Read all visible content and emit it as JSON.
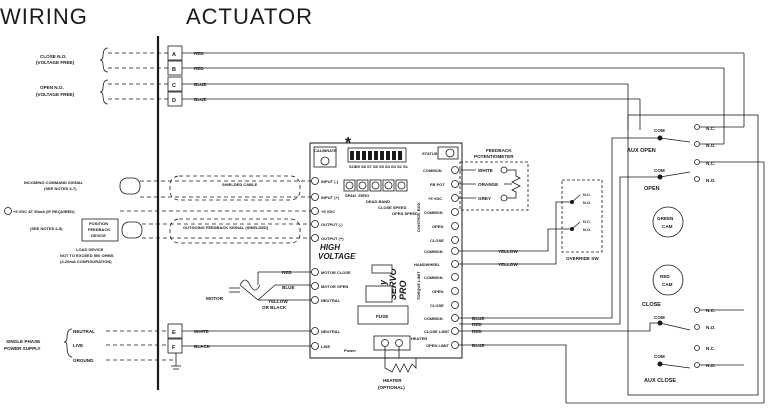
{
  "headers": {
    "wiring": "WIRING",
    "actuator": "ACTUATOR"
  },
  "asterisk": "*",
  "inputs": {
    "close_no": [
      "CLOSE N.O.",
      "(VOLTAGE FREE)"
    ],
    "open_no": [
      "OPEN N.O.",
      "(VOLTAGE FREE)"
    ],
    "incoming": [
      "INCOMING COMMAND SIGNAL",
      "(SEE NOTES 3-7)"
    ],
    "vdc": "+5 VDC AT 50mA (IF REQUIRED)",
    "see_notes": "(SEE NOTES 6-8)",
    "pos_feedback": [
      "POSITION",
      "FEEDBACK",
      "DEVICE"
    ],
    "load_device": [
      "LOAD DEVICE",
      "NOT TO EXCEED 500 OHMS",
      "(4-20mA CONFIGURATION)"
    ],
    "shielded": "SHIELDED CABLE",
    "outgoing": "OUTGOING FEEDBACK SIGNAL (SHIELDED)",
    "motor": "MOTOR",
    "power_supply": [
      "SINGLE PHASE",
      "POWER SUPPLY"
    ],
    "supply_lines": [
      "NEUTRAL",
      "LIVE",
      "GROUND"
    ]
  },
  "terminals": {
    "letters": [
      "A",
      "B",
      "C",
      "D",
      "E",
      "F"
    ],
    "wire_colors": [
      "RED",
      "RED",
      "BLUE",
      "BLUE",
      "WHITE",
      "BLACK"
    ]
  },
  "motor_wires": [
    "RED",
    "BLUE",
    "YELLOW",
    "OR BLACK"
  ],
  "board": {
    "calibrate": "CALIBRATE",
    "status": "STATUS",
    "left_terms": [
      "INPUT (-)",
      "INPUT (+)",
      "+5 VDC",
      "OUTPUT (-)",
      "OUTPUT (+)",
      "MOTOR CLOSE",
      "MOTOR OPEN",
      "NEUTRAL",
      "NEUTRAL",
      "LINE"
    ],
    "right_terms": [
      "COMMON",
      "FB POT",
      "+5 VDC",
      "COMMON",
      "OPEN",
      "CLOSE",
      "COMMON",
      "HANDWHEEL",
      "COMMON",
      "OPEN",
      "CLOSE",
      "COMMON",
      "CLOSE LIMIT",
      "OPEN LIMIT"
    ],
    "group_labels": [
      "CONTROL BOX",
      "TORQUE LIMIT"
    ],
    "pot_labels": [
      "SPAN",
      "ZERO",
      "DEAD BAND",
      "CLOSE SPEED",
      "OPEN SPEED"
    ],
    "dip_labels": [
      "S10",
      "S9",
      "S8",
      "S7",
      "S6",
      "S5",
      "S4",
      "S3",
      "S2",
      "S1"
    ],
    "brand": [
      "Bray",
      "SERVO",
      "PRO"
    ],
    "high_voltage": [
      "HIGH",
      "VOLTAGE"
    ],
    "fuse": "FUSE",
    "heater_term": "HEATER",
    "power_led": "Power"
  },
  "feedback": {
    "title": [
      "FEEDBACK",
      "POTENTIOMETER"
    ],
    "wires": [
      "WHITE",
      "ORANGE",
      "GREY"
    ]
  },
  "override": {
    "label": "OVERRIDE SW",
    "contacts": [
      "N.C.",
      "N.O."
    ],
    "wires": [
      "YELLOW",
      "YELLOW"
    ]
  },
  "switches": {
    "com": "COM",
    "nc": "N.C.",
    "no": "N.O.",
    "aux_open": "AUX OPEN",
    "open": "OPEN",
    "close": "CLOSE",
    "aux_close": "AUX CLOSE",
    "green_cam": [
      "GREEN",
      "CAM"
    ],
    "red_cam": [
      "RED",
      "CAM"
    ]
  },
  "limit_wires": [
    "BLUE",
    "RED",
    "RED",
    "BLUE"
  ],
  "heater": [
    "HEATER",
    "(OPTIONAL)"
  ]
}
